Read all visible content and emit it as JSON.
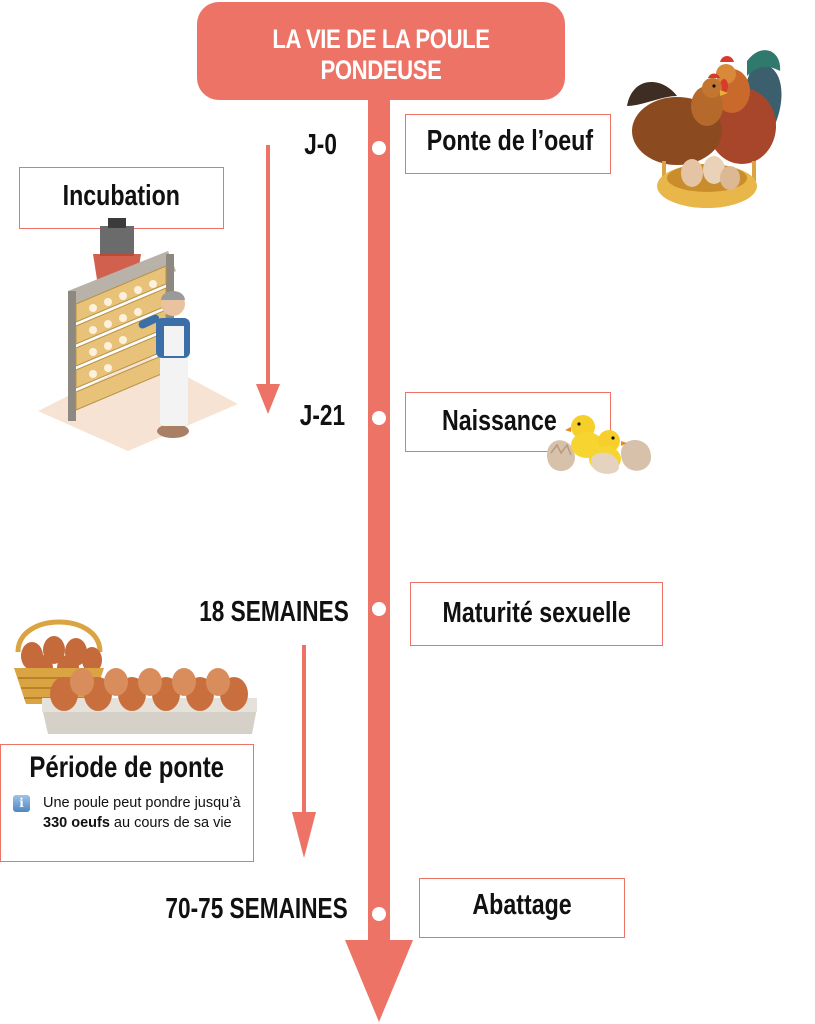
{
  "title": "LA VIE DE LA POULE PONDEUSE",
  "colors": {
    "accent": "#ed7366",
    "text": "#111111"
  },
  "timeline": [
    {
      "time": "J-0",
      "event": "Ponte de l’oeuf"
    },
    {
      "time": "J-21",
      "event": "Naissance"
    },
    {
      "time": "18 SEMAINES",
      "event": "Maturité sexuelle"
    },
    {
      "time": "70-75 SEMAINES",
      "event": "Abattage"
    }
  ],
  "side_phases": [
    {
      "title": "Incubation"
    },
    {
      "title": "Période de ponte",
      "info_prefix": "Une poule peut pondre jusqu’à ",
      "info_highlight": "330 oeufs",
      "info_suffix": " au cours de sa vie",
      "icon": "info-icon"
    }
  ],
  "illustrations": [
    "hens-with-nest",
    "incubator-worker",
    "hatching-chicks",
    "egg-basket-and-tray"
  ]
}
